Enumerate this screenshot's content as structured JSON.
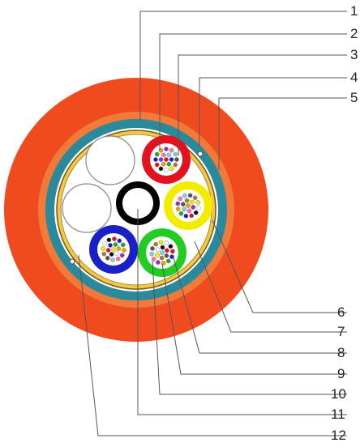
{
  "diagram": {
    "colors": {
      "outer_sheath": "#ef4b1f",
      "armor_layer": "#2a8a9c",
      "inner_sheath": "#f07a3a",
      "binder_tape": "#f2c84a",
      "filler": "#ffffff",
      "central_member": "#000000",
      "tube_red": "#e3121e",
      "tube_yellow": "#f2ec00",
      "tube_green": "#22cc22",
      "tube_blue": "#1a20c8",
      "fiber_colors": [
        "#e3121e",
        "#1a20c8",
        "#22aa22",
        "#f2a000",
        "#8a3ab8",
        "#ff77aa",
        "#7fd0e8",
        "#555555",
        "#b07a3a",
        "#f2ec00",
        "#ffffff",
        "#111111"
      ]
    },
    "callouts": [
      {
        "id": "1"
      },
      {
        "id": "2"
      },
      {
        "id": "3"
      },
      {
        "id": "4"
      },
      {
        "id": "5"
      },
      {
        "id": "6"
      },
      {
        "id": "7"
      },
      {
        "id": "8"
      },
      {
        "id": "9"
      },
      {
        "id": "10"
      },
      {
        "id": "11"
      },
      {
        "id": "12"
      }
    ]
  }
}
